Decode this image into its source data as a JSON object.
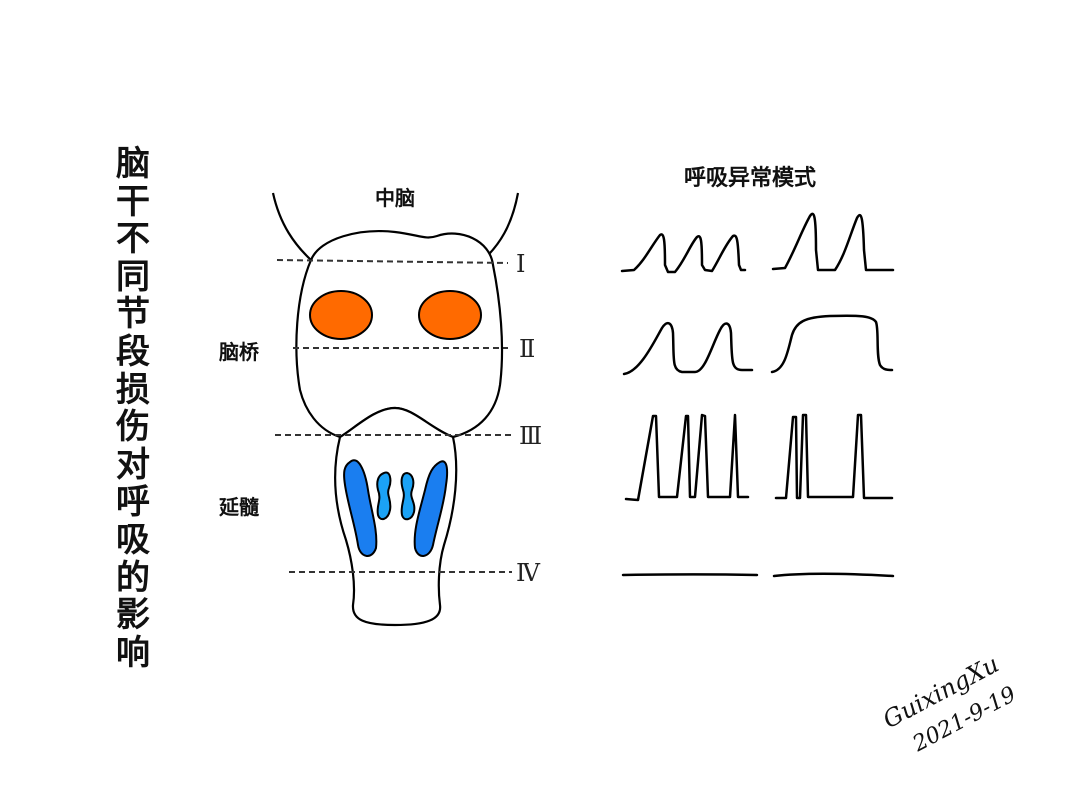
{
  "title_vertical": [
    "脑",
    "干",
    "不",
    "同",
    "节",
    "段",
    "损",
    "伤",
    "对",
    "呼",
    "吸",
    "的",
    "影",
    "响"
  ],
  "title_full": "脑干不同节段损伤对呼吸的影响",
  "brainstem": {
    "labels": {
      "midbrain": "中脑",
      "pons": "脑桥",
      "medulla": "延髓"
    },
    "levels": [
      "Ⅰ",
      "Ⅱ",
      "Ⅲ",
      "Ⅳ"
    ],
    "colors": {
      "pons_nuclei": "#FF6A00",
      "medulla_outer": "#1A7EF0",
      "medulla_inner": "#1BA2F5",
      "outline": "#000000",
      "dash": "#333333"
    }
  },
  "patterns": {
    "title": "呼吸异常模式",
    "rows": [
      {
        "level": "Ⅰ",
        "left": "sawtooth-small-3-peaks",
        "right": "sawtooth-tall-2-peaks"
      },
      {
        "level": "Ⅱ",
        "left": "rounded-2-waves",
        "right": "plateau"
      },
      {
        "level": "Ⅲ",
        "left": "spikes-irregular-4",
        "right": "spikes-clustered-3"
      },
      {
        "level": "Ⅳ",
        "left": "flat-line",
        "right": "flat-line"
      }
    ]
  },
  "signature": {
    "name": "GuixingXu",
    "date": "2021-9-19"
  }
}
